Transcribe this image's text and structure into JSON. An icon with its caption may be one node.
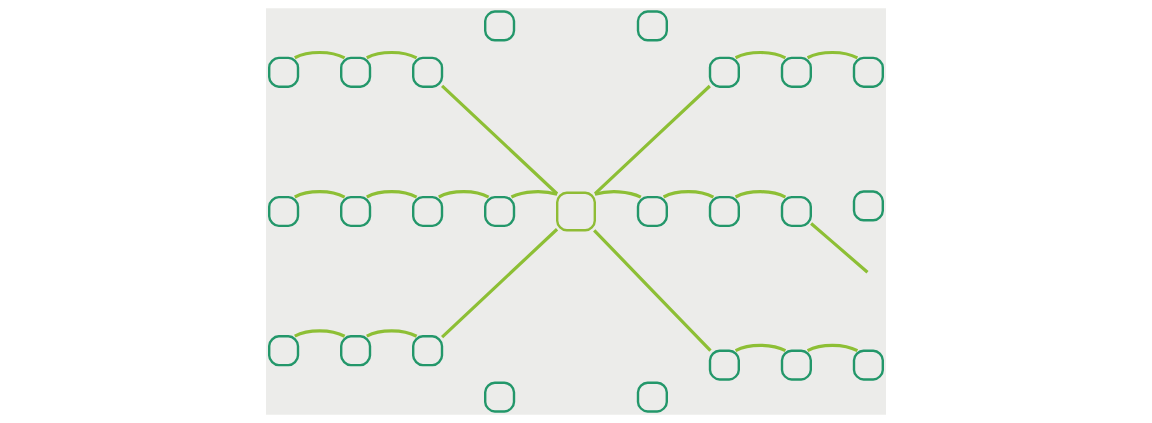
{
  "diagram": {
    "nodes": [
      {
        "text": [],
        "shape": "box"
      },
      {
        "text": [],
        "shape": "box"
      },
      {
        "text": [],
        "shape": "box"
      },
      {
        "text": [],
        "shape": "box"
      },
      {
        "text": [],
        "shape": "box"
      },
      {
        "text": [],
        "shape": "box"
      },
      {
        "text": [],
        "shape": "box"
      },
      {
        "text": [],
        "shape": "box"
      },
      {
        "text": [],
        "shape": "box"
      },
      {
        "text": [],
        "shape": "box"
      },
      {
        "text": [],
        "shape": "box"
      },
      {
        "text": [],
        "shape": "box"
      },
      {
        "text": [],
        "shape": "box"
      },
      {
        "text": [],
        "shape": "box"
      },
      {
        "text": [],
        "shape": "box"
      },
      {
        "text": [],
        "shape": "box"
      },
      {
        "text": [],
        "shape": "box"
      },
      {
        "text": [],
        "shape": "box"
      },
      {
        "text": [],
        "shape": "box"
      },
      {
        "text": [],
        "shape": "box"
      },
      {
        "text": [],
        "shape": "box"
      },
      {
        "text": [],
        "shape": "box"
      },
      {
        "text": [],
        "shape": "box"
      },
      {
        "text": [],
        "shape": "box"
      },
      {
        "text": [],
        "shape": "box"
      }
    ],
    "edges": [
      {
        "from": 0,
        "to": 1,
        "arrow": "none"
      },
      {
        "from": 1,
        "to": 2,
        "arrow": "none"
      },
      {
        "from": 2,
        "to": 12,
        "arrow": "none"
      },
      {
        "from": 12,
        "to": 5,
        "arrow": "none"
      },
      {
        "from": 5,
        "to": 6,
        "arrow": "none"
      },
      {
        "from": 6,
        "to": 7,
        "arrow": "none"
      },
      {
        "from": 8,
        "to": 9,
        "arrow": "none"
      },
      {
        "from": 9,
        "to": 10,
        "arrow": "none"
      },
      {
        "from": 10,
        "to": 11,
        "arrow": "none"
      },
      {
        "from": 11,
        "to": 12,
        "arrow": "none"
      },
      {
        "from": 12,
        "to": 13,
        "arrow": "none"
      },
      {
        "from": 13,
        "to": 14,
        "arrow": "none"
      },
      {
        "from": 14,
        "to": 15,
        "arrow": "none"
      },
      {
        "from": 15,
        "to": null,
        "arrow": "none"
      },
      {
        "from": 17,
        "to": 18,
        "arrow": "none"
      },
      {
        "from": 18,
        "to": 19,
        "arrow": "none"
      },
      {
        "from": 19,
        "to": 12,
        "arrow": "none"
      },
      {
        "from": 12,
        "to": 22,
        "arrow": "none"
      },
      {
        "from": 22,
        "to": 23,
        "arrow": "none"
      },
      {
        "from": 23,
        "to": 24,
        "arrow": "none"
      }
    ]
  }
}
